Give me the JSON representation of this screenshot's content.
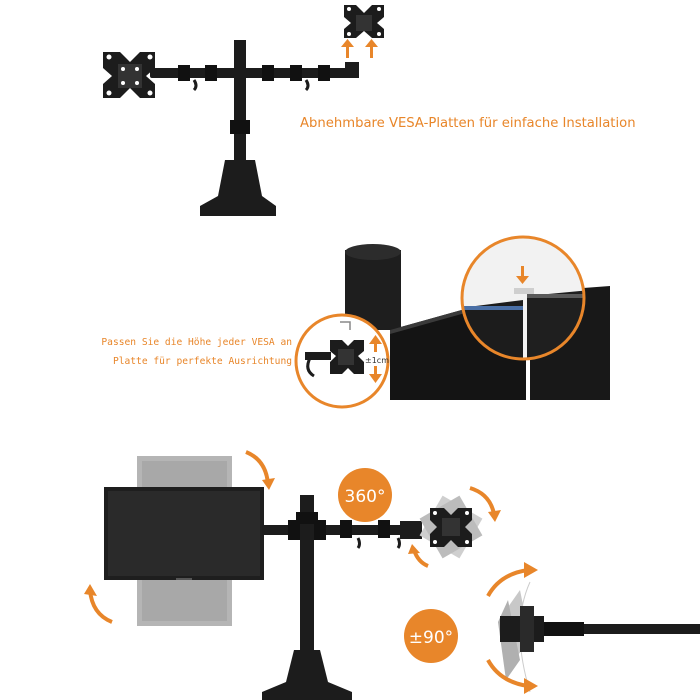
{
  "top": {
    "caption": "Abnehmbare VESA-Platten für einfache Installation"
  },
  "middle": {
    "caption_line1": "Passen Sie die Höhe jeder VESA an",
    "caption_line2": "Platte für perfekte Ausrichtung",
    "tolerance_label": "±1cm"
  },
  "bottom": {
    "rotation_label": "360°",
    "tilt_label": "±90°"
  },
  "colors": {
    "accent": "#e8862a",
    "metal": "#1c1c1c",
    "screen": "#2a2a2a",
    "ghost": "#b5b5b5"
  }
}
